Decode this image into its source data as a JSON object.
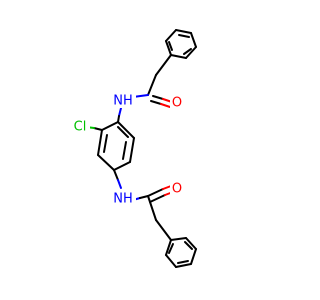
{
  "molecule": {
    "atoms": {
      "o_top": "O",
      "nh_top": "NH",
      "cl": "Cl",
      "nh_bottom": "NH",
      "o_bottom": "O"
    },
    "colors": {
      "carbon_bond": "#000000",
      "oxygen": "#ff0000",
      "nitrogen": "#0000ff",
      "chlorine": "#00c000"
    }
  }
}
